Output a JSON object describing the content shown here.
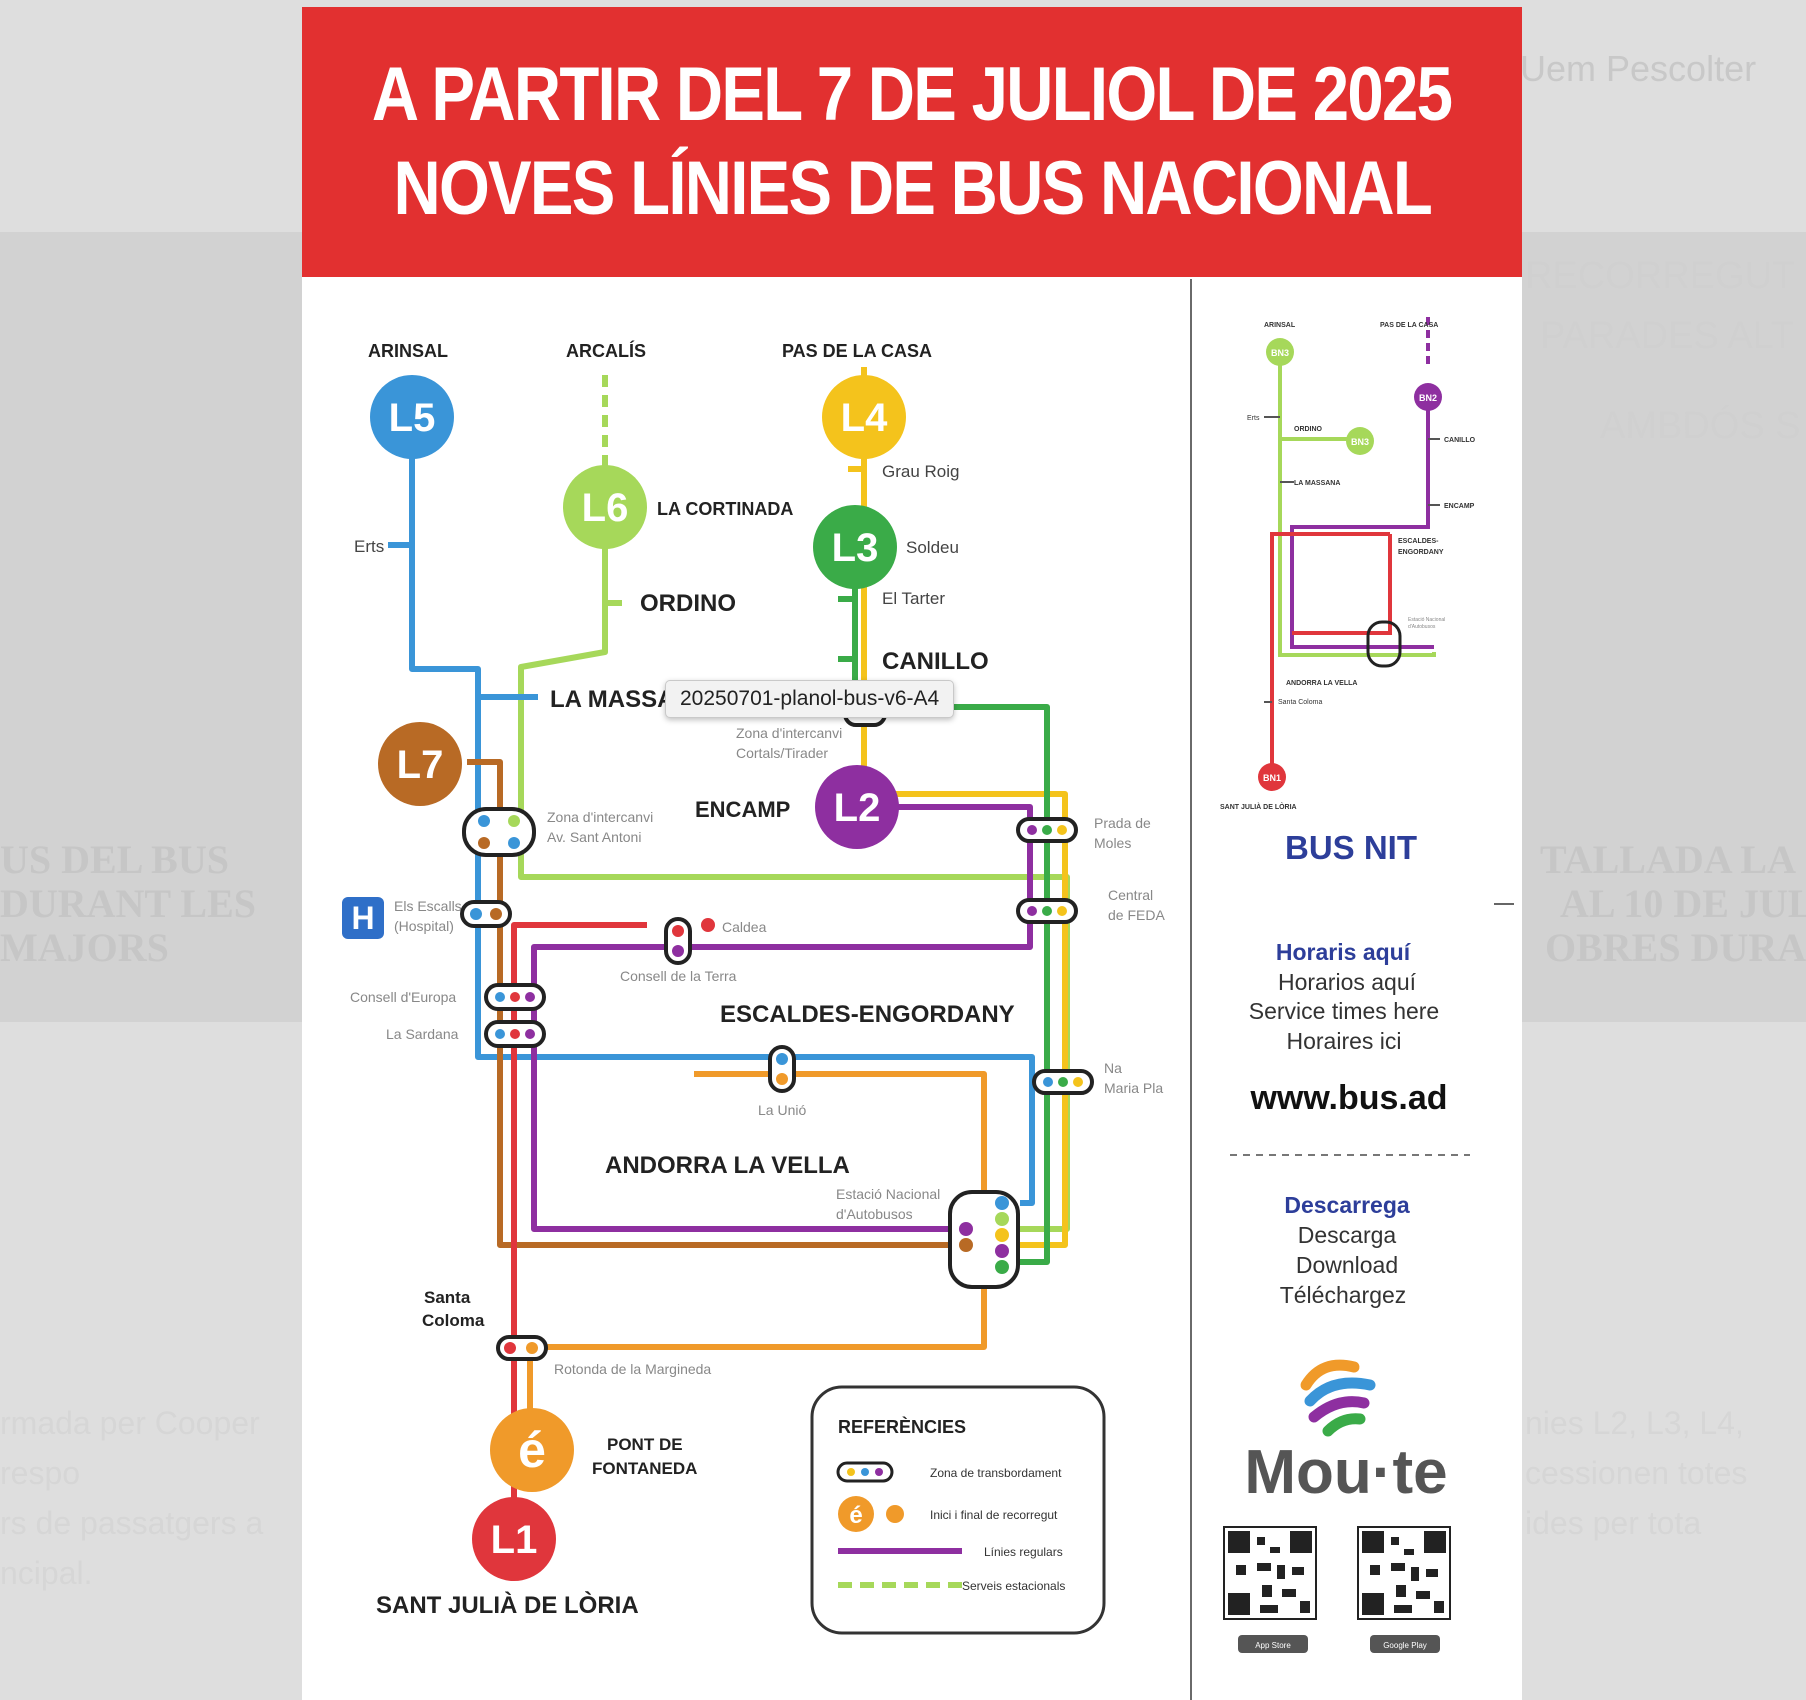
{
  "poster_title": {
    "line1": "A PARTIR DEL 7 DE JULIOL DE 2025",
    "line2": "NOVES LÍNIES DE BUS NACIONAL"
  },
  "tooltip": "20250701-planol-bus-v6-A4",
  "colors": {
    "banner": "#e23030",
    "L1": "#e0363c",
    "L2": "#8e2fa0",
    "L3": "#3aab48",
    "L4": "#f4c31c",
    "L5": "#3a95d8",
    "L6": "#a6d85a",
    "L7": "#b86a25",
    "e": "#f09a2a",
    "bus_nit_title": "#2d3e9a"
  },
  "lines": {
    "L1": "L1",
    "L2": "L2",
    "L3": "L3",
    "L4": "L4",
    "L5": "L5",
    "L6": "L6",
    "L7": "L7",
    "e": "é"
  },
  "terminals": {
    "arinsal": "ARINSAL",
    "arcalis": "ARCALÍS",
    "pas_de_la_casa": "PAS DE LA CASA",
    "la_cortinada": "LA CORTINADA",
    "sant_julia": "SANT JULIÀ DE LÒRIA",
    "pont_de_fontaneda_1": "PONT DE",
    "pont_de_fontaneda_2": "FONTANEDA"
  },
  "towns": {
    "ordino": "ORDINO",
    "la_massana": "LA MASSANA",
    "canillo": "CANILLO",
    "encamp": "ENCAMP",
    "escaldes": "ESCALDES-ENGORDANY",
    "andorra_la_vella": "ANDORRA LA VELLA",
    "santa_coloma_1": "Santa",
    "santa_coloma_2": "Coloma"
  },
  "stops": {
    "erts": "Erts",
    "grau_roig": "Grau Roig",
    "soldeu": "Soldeu",
    "el_tarter": "El Tarter",
    "zona_cortals_1": "Zona d'intercanvi",
    "zona_cortals_2": "Cortals/Tirader",
    "zona_sant_antoni_1": "Zona d'intercanvi",
    "zona_sant_antoni_2": "Av. Sant Antoni",
    "escalls_1": "Els Escalls",
    "escalls_2": "(Hospital)",
    "caldea": "Caldea",
    "consell_terra": "Consell de la Terra",
    "consell_europa": "Consell d'Europa",
    "la_sardana": "La Sardana",
    "prada_1": "Prada de",
    "prada_2": "Moles",
    "feda_1": "Central",
    "feda_2": "de FEDA",
    "na_maria_1": "Na",
    "na_maria_2": "Maria Pla",
    "la_unio": "La Unió",
    "estacio_1": "Estació Nacional",
    "estacio_2": "d'Autobusos",
    "rotonda": "Rotonda de la Margineda"
  },
  "hospital_icon_letter": "H",
  "legend": {
    "title": "REFERÈNCIES",
    "items": [
      "Zona de transbordament",
      "Inici i final de recorregut",
      "Línies regulars",
      "Serveis estacionals"
    ]
  },
  "bus_nit": {
    "title": "BUS NIT",
    "bn1": "BN1",
    "bn2": "BN2",
    "bn3": "BN3",
    "arinsal": "ARINSAL",
    "pas_de_la_casa": "PAS DE LA CASA",
    "erts": "Erts",
    "ordino": "ORDINO",
    "la_massana": "LA MASSANA",
    "canillo": "CANILLO",
    "encamp": "ENCAMP",
    "escaldes_1": "ESCALDES-",
    "escaldes_2": "ENGORDANY",
    "estacio_1": "Estació Nacional",
    "estacio_2": "d'Autobusos",
    "andorra": "ANDORRA LA VELLA",
    "santa_coloma": "Santa Coloma",
    "sant_julia": "SANT JULIÀ DE LÒRIA"
  },
  "info": {
    "horaris": "Horaris aquí",
    "horarios": "Horarios aquí",
    "service": "Service times here",
    "horaires": "Horaires ici",
    "url": "www.bus.ad",
    "descarrega": "Descarrega",
    "descarga": "Descarga",
    "download": "Download",
    "telechargez": "Téléchargez",
    "brand": "Mou·te",
    "app_store": "App Store",
    "google_play": "Google Play"
  }
}
